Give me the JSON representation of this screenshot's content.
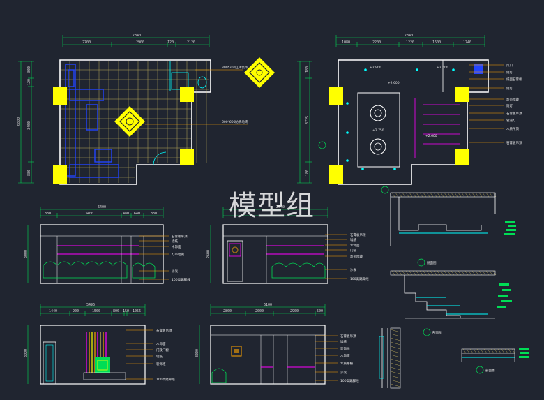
{
  "watermark": "模型组",
  "floor_plan": {
    "top_total": "7840",
    "top_segments": [
      "2700",
      "2900",
      "120",
      "2120"
    ],
    "left_total": "6800",
    "left_segments": [
      "800",
      "120",
      "3460",
      "880"
    ],
    "light_note": "300*300红砖装饰",
    "floor_note": "600*600防滑地砖"
  },
  "ceiling_plan": {
    "top_total": "7840",
    "top_segments": [
      "1080",
      "2200",
      "1220",
      "1600",
      "1740"
    ],
    "left_segments": [
      "180",
      "3725",
      "180"
    ],
    "right_notes": [
      "风口",
      "筒灯",
      "纸面石膏板",
      "筒灯",
      "灯带暗藏",
      "筒灯",
      "石膏板吊顶",
      "管道灯",
      "木质吊顶",
      "石膏板吊顶"
    ],
    "levels": [
      "+2.900",
      "+2.600",
      "+2.750",
      "+2.500",
      "+2.600"
    ]
  },
  "elevation_a": {
    "top_total": "6400",
    "top_segments": [
      "880",
      "3400",
      "480",
      "640",
      "880"
    ],
    "left_segments": [
      "3000"
    ],
    "notes": [
      "石膏板吊顶",
      "墙纸",
      "木饰面",
      "灯带暗藏",
      "沙发",
      "100高踢脚线"
    ]
  },
  "elevation_b": {
    "top_total": "2640",
    "left_segments": [
      "2600"
    ],
    "notes": [
      "石膏板吊顶",
      "墙纸",
      "木饰面",
      "门套",
      "灯带暗藏",
      "沙发",
      "100高踢脚线"
    ]
  },
  "elevation_c": {
    "top_total": "5496",
    "top_segments": [
      "1440",
      "900",
      "1500",
      "800",
      "150",
      "1056"
    ],
    "left_segments": [
      "3000"
    ],
    "notes": [
      "石膏板吊顶",
      "木饰面",
      "门及门套",
      "墙纸",
      "装饰柜",
      "100高踢脚线"
    ]
  },
  "elevation_d": {
    "top_total": "6100",
    "top_segments": [
      "2800",
      "2000",
      "2900",
      "500"
    ],
    "left_segments": [
      "3000"
    ],
    "notes": [
      "石膏板吊顶",
      "墙纸",
      "装饰画",
      "木饰面",
      "木质格栅",
      "沙发",
      "100高踢脚线"
    ]
  },
  "sections": {
    "s1_label": "剖面图",
    "s2_label": "剖面图",
    "s3_label": "剖面图"
  },
  "colors": {
    "background": "#202530",
    "wall": "#ffffff",
    "dimension": "#00dd55",
    "grid": "#d4c060",
    "column": "#ffff00",
    "furniture": "#2244ff",
    "fixture": "#00ffff",
    "accent": "#ff00ff",
    "leader": "#ffa500"
  }
}
